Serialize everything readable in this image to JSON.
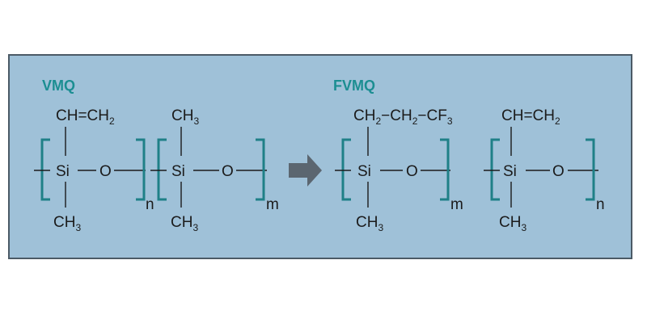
{
  "colors": {
    "panel_bg": "#9fc1d8",
    "panel_border": "#4b5a66",
    "teal": "#1c8e92",
    "bracket": "#1f8087",
    "text": "#1b1b1b",
    "arrow": "#5b6670"
  },
  "vmq": {
    "label": "VMQ",
    "unit1": {
      "top": "CH=CH",
      "top_sub": "2",
      "si": "Si",
      "o": "O",
      "bottom": "CH",
      "bottom_sub": "3",
      "repeat": "n"
    },
    "unit2": {
      "top": "CH",
      "top_sub": "3",
      "si": "Si",
      "o": "O",
      "bottom": "CH",
      "bottom_sub": "3",
      "repeat": "m"
    }
  },
  "fvmq": {
    "label": "FVMQ",
    "side_chain": [
      "CH",
      "2",
      "CH",
      "2",
      "CF",
      "3"
    ],
    "unit1": {
      "si": "Si",
      "o": "O",
      "bottom": "CH",
      "bottom_sub": "3",
      "repeat": "m"
    },
    "unit2": {
      "top": "CH=CH",
      "top_sub": "2",
      "si": "Si",
      "o": "O",
      "bottom": "CH",
      "bottom_sub": "3",
      "repeat": "n"
    }
  },
  "arrow_icon": "right-arrow-icon"
}
